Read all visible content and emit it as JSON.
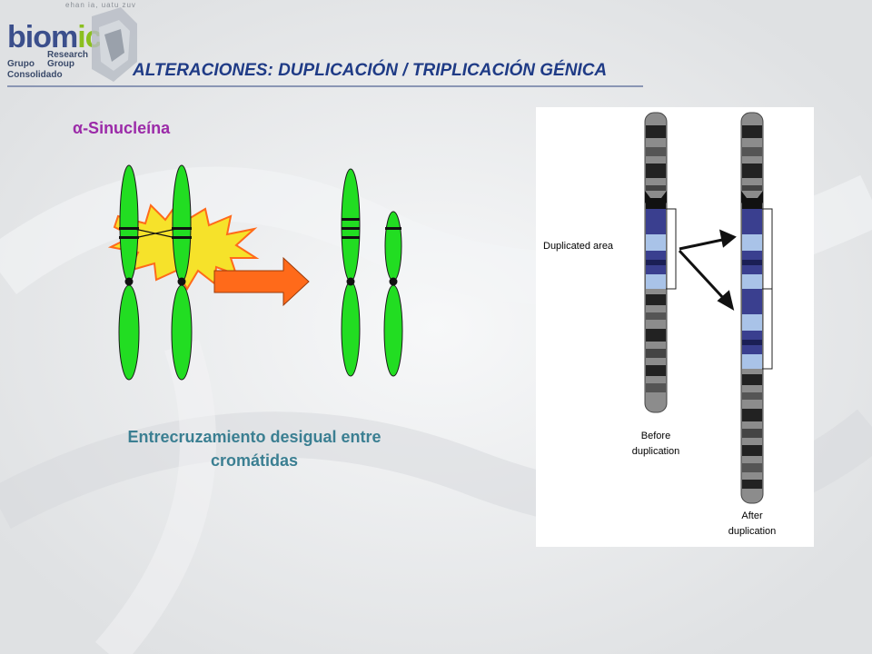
{
  "header": {
    "tiny_text": "ehan ia, uatu zuv",
    "logo_bio": "bio",
    "logo_m": "m",
    "logo_ics": "ics",
    "logo_research": "Research",
    "logo_group": "Group",
    "logo_grupo": "Grupo",
    "logo_consolidado": "Consolidado",
    "title": "ALTERACIONES: DUPLICACIÓN / TRIPLICACIÓN GÉNICA"
  },
  "main": {
    "subtitle": "α-Sinucleína",
    "caption_line1": "Entrecruzamiento desigual entre",
    "caption_line2": "cromátidas"
  },
  "figure": {
    "duplicated_label": "Duplicated area",
    "before_line1": "Before",
    "before_line2": "duplication",
    "after_line1": "After",
    "after_line2": "duplication"
  },
  "colors": {
    "title": "#1f3b86",
    "subtitle": "#9b2aa8",
    "caption": "#3b7f92",
    "chromatid_green": "#22dd22",
    "explosion_yellow": "#f6e22a",
    "arrow_orange": "#ff6a1a",
    "band_purple": "#3a3f8f"
  }
}
